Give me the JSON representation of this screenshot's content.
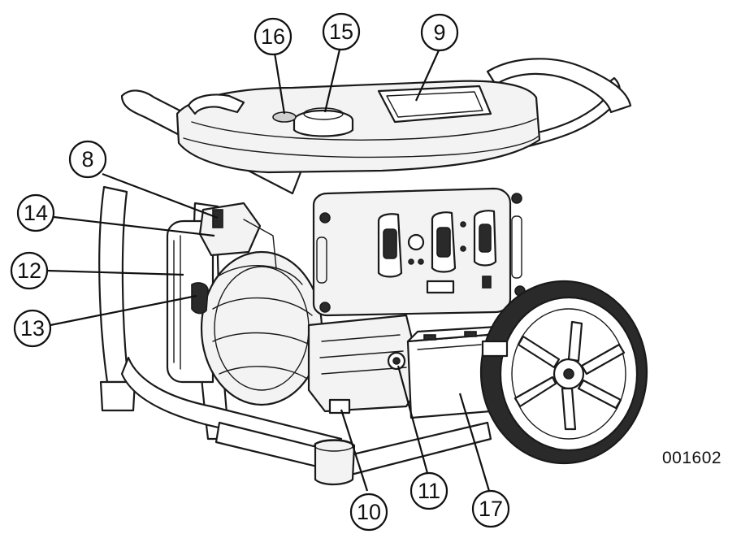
{
  "figure_id": "001602",
  "callouts": [
    {
      "id": "c16",
      "label": "16"
    },
    {
      "id": "c15",
      "label": "15"
    },
    {
      "id": "c9",
      "label": "9"
    },
    {
      "id": "c8",
      "label": "8"
    },
    {
      "id": "c14",
      "label": "14"
    },
    {
      "id": "c12",
      "label": "12"
    },
    {
      "id": "c13",
      "label": "13"
    },
    {
      "id": "c10",
      "label": "10"
    },
    {
      "id": "c11",
      "label": "11"
    },
    {
      "id": "c17",
      "label": "17"
    }
  ],
  "colors": {
    "line": "#1a1a1a",
    "background": "#ffffff",
    "panel_fill": "#f3f3f3"
  }
}
